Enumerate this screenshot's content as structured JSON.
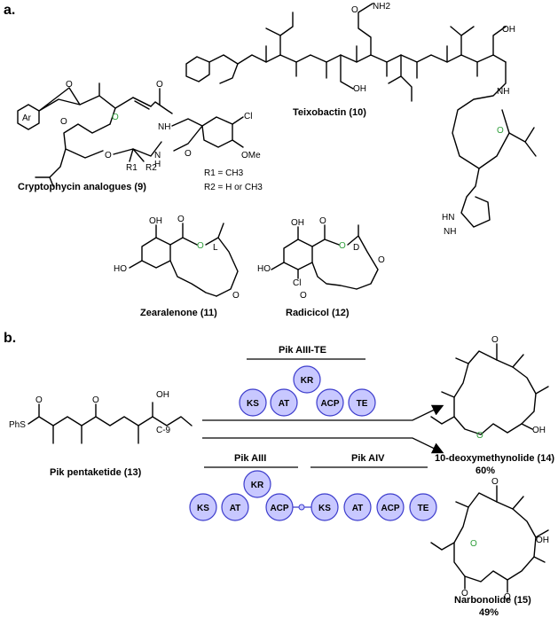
{
  "panel_a": {
    "section_label": "a.",
    "compounds": [
      {
        "name": "Cryptophycin analogues (9)",
        "atoms": [
          "Ar",
          "O",
          "O",
          "O",
          "O",
          "O",
          "NH",
          "N",
          "H",
          "Cl",
          "OMe",
          "R1",
          "R2"
        ]
      },
      {
        "name": "Teixobactin (10)",
        "atoms": [
          "NH2",
          "O",
          "OH",
          "OH",
          "NH",
          "HN",
          "O"
        ]
      },
      {
        "name": "Zearalenone (11)",
        "atoms": [
          "OH",
          "HO",
          "O",
          "L",
          "O"
        ]
      },
      {
        "name": "Radicicol (12)",
        "atoms": [
          "OH",
          "HO",
          "Cl",
          "O",
          "D",
          "O"
        ]
      }
    ],
    "r_groups": {
      "r1": "R1 = CH3",
      "r2": "R2 = H or CH3"
    }
  },
  "panel_b": {
    "section_label": "b.",
    "substrate": {
      "name": "Pik pentaketide (13)",
      "atoms": [
        "PhS",
        "O",
        "O",
        "OH",
        "C-9"
      ]
    },
    "top_enzyme": {
      "label": "Pik AIII-TE",
      "domains": [
        "KR",
        "KS",
        "AT",
        "ACP",
        "TE"
      ]
    },
    "bottom_enzymes": [
      {
        "label": "Pik AIII",
        "domains": [
          "KR",
          "KS",
          "AT",
          "ACP"
        ]
      },
      {
        "label": "Pik AIV",
        "domains": [
          "KS",
          "AT",
          "ACP",
          "TE"
        ]
      }
    ],
    "products": [
      {
        "name": "10-deoxymethynolide (14)",
        "yield": "60%",
        "atoms": [
          "O",
          "O",
          "OH"
        ]
      },
      {
        "name": "Narbonolide (15)",
        "yield": "49%",
        "atoms": [
          "O",
          "O",
          "O",
          "OH"
        ]
      }
    ]
  },
  "colors": {
    "domain_fill": "#c8c8ff",
    "domain_stroke": "#3c3ccc",
    "ester_oxygen": "#2e9e3a",
    "line": "#000000"
  }
}
